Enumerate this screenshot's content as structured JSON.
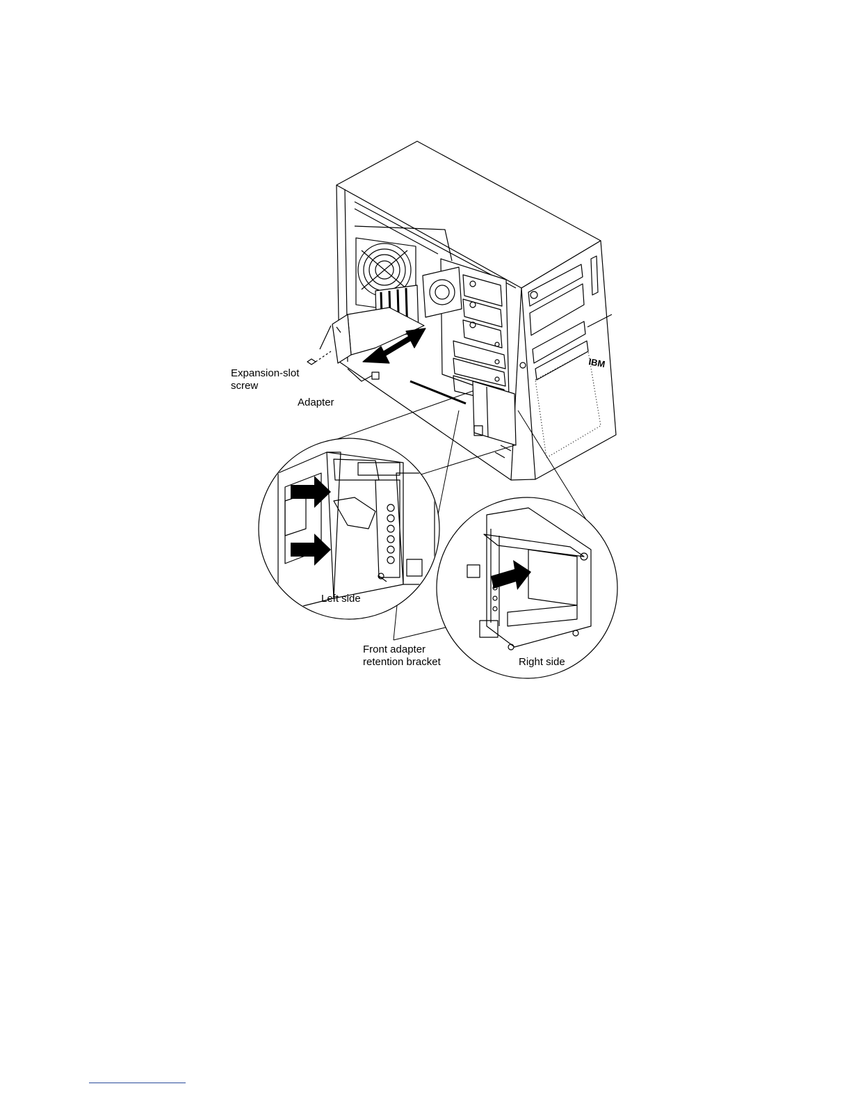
{
  "diagram": {
    "labels": {
      "expansion_slot_screw_line1": "Expansion-slot",
      "expansion_slot_screw_line2": "screw",
      "adapter": "Adapter",
      "left_side": "Left side",
      "right_side": "Right side",
      "front_bracket_line1": "Front adapter",
      "front_bracket_line2": "retention bracket"
    },
    "brand_mark": "IBM"
  },
  "colors": {
    "line": "#000000",
    "background": "#ffffff",
    "footer_rule": "#2a4b9b"
  }
}
